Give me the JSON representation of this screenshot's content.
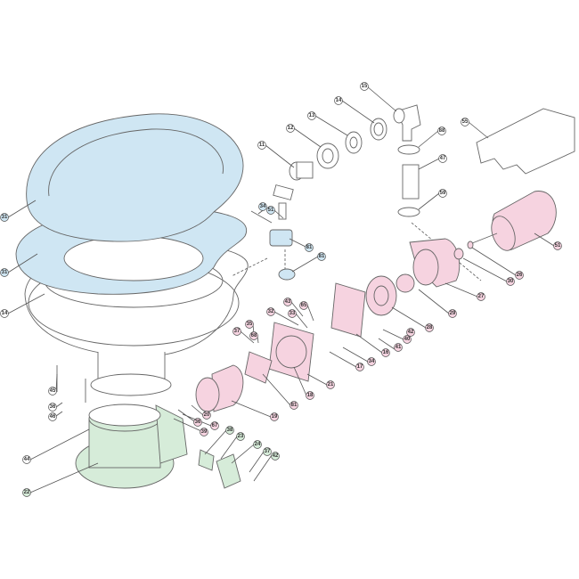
{
  "colors": {
    "seat": "#cfe6f3",
    "base": "#d6ecd9",
    "pump": "#f6d3e0",
    "outline": "#666666"
  },
  "callouts": {
    "seat_lid": "31",
    "seat_ring": "31",
    "bowl": "14",
    "bolt_45": "45",
    "washer_36": "36",
    "washer_46": "46",
    "gasket_44": "44",
    "base_22": "22",
    "elbow_15": "15",
    "washer_14": "14",
    "flange_13": "13",
    "flange_12": "12",
    "spigot_11": "11",
    "cover_55": "55",
    "clamp_88": "88",
    "hose_47": "47",
    "clamp_59": "59",
    "motor_51": "51",
    "washer_26": "26",
    "seal_30": "30",
    "pump_body_27": "27",
    "impeller_29": "29",
    "pump_plate_28": "28",
    "screw_40": "40",
    "nut_41": "41",
    "screw_42a": "42",
    "plate_16": "16",
    "nut_34": "34",
    "bolt_17": "17",
    "gasket_21": "21",
    "macerator_18": "18",
    "blade_81": "81",
    "housing_19": "19",
    "part_20": "20",
    "part_67": "67",
    "nut_36b": "36",
    "washer_39": "39",
    "part_38": "38",
    "gasket_23": "23",
    "outlet_24": "24",
    "screw_37b": "37",
    "screw_42b": "42",
    "bolt_43": "43",
    "washer_65": "65",
    "screw_32": "32",
    "washer_33": "33",
    "pin_35": "35",
    "screw_37": "37",
    "washer_68": "68",
    "hinge_pin_34": "34",
    "hinge_51": "51",
    "hinge_81a": "81",
    "hinge_81b": "81"
  }
}
